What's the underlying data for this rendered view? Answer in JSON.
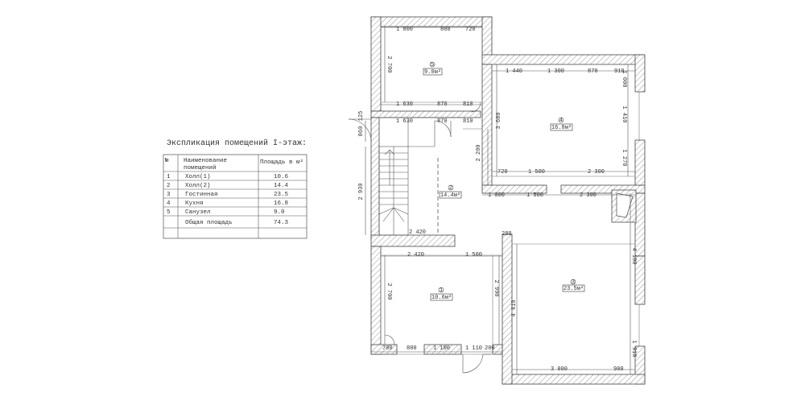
{
  "table": {
    "title": "Экспликация помещений I-этаж:",
    "headers": [
      "№",
      "Наименование помещений",
      "Площадь в м²"
    ],
    "rows": [
      [
        "1",
        "Холл(1)",
        "10.6"
      ],
      [
        "2",
        "Холл(2)",
        "14.4"
      ],
      [
        "3",
        "Гостинная",
        "23.5"
      ],
      [
        "4",
        "Кухня",
        "16.8"
      ],
      [
        "5",
        "Санузел",
        "9.0"
      ],
      [
        "",
        "Общая площадь",
        "74.3"
      ],
      [
        "",
        "",
        ""
      ]
    ]
  },
  "rooms": [
    {
      "num": "1",
      "area": "10.6м²"
    },
    {
      "num": "2",
      "area": "14.4м²"
    },
    {
      "num": "3",
      "area": "23.5м²"
    },
    {
      "num": "4",
      "area": "16.8м²"
    },
    {
      "num": "5",
      "area": "9.0м²"
    }
  ],
  "dims": {
    "top_5": [
      "1 800",
      "800",
      "720"
    ],
    "left_5": "2 700",
    "mid_5": [
      "1 630",
      "870",
      "810"
    ],
    "mid_5b": [
      "1 630",
      "870",
      "810"
    ],
    "top_4": [
      "1 440",
      "1 300",
      "870",
      "910"
    ],
    "right_4": [
      "1 000",
      "1 410",
      "1 270"
    ],
    "left_4": "3 680",
    "bot_4a": [
      "720",
      "1 500",
      "2 300"
    ],
    "bot_4b": [
      "1 000",
      "1 500",
      "2 300"
    ],
    "left_2": "2 200",
    "stair_left": "2 930",
    "door_left": [
      "860",
      "125"
    ],
    "stair_bot": "2 420",
    "top_1": [
      "2 420",
      "1 500"
    ],
    "left_1": "2 700",
    "right_1": "2 990",
    "bot_1": [
      "700",
      "800",
      "1 100",
      "1 110",
      "200"
    ],
    "top_3": "280",
    "left_3": "4 410",
    "right_3": [
      "4 100",
      "1 910"
    ],
    "bot_3": [
      "3 000",
      "900"
    ]
  }
}
